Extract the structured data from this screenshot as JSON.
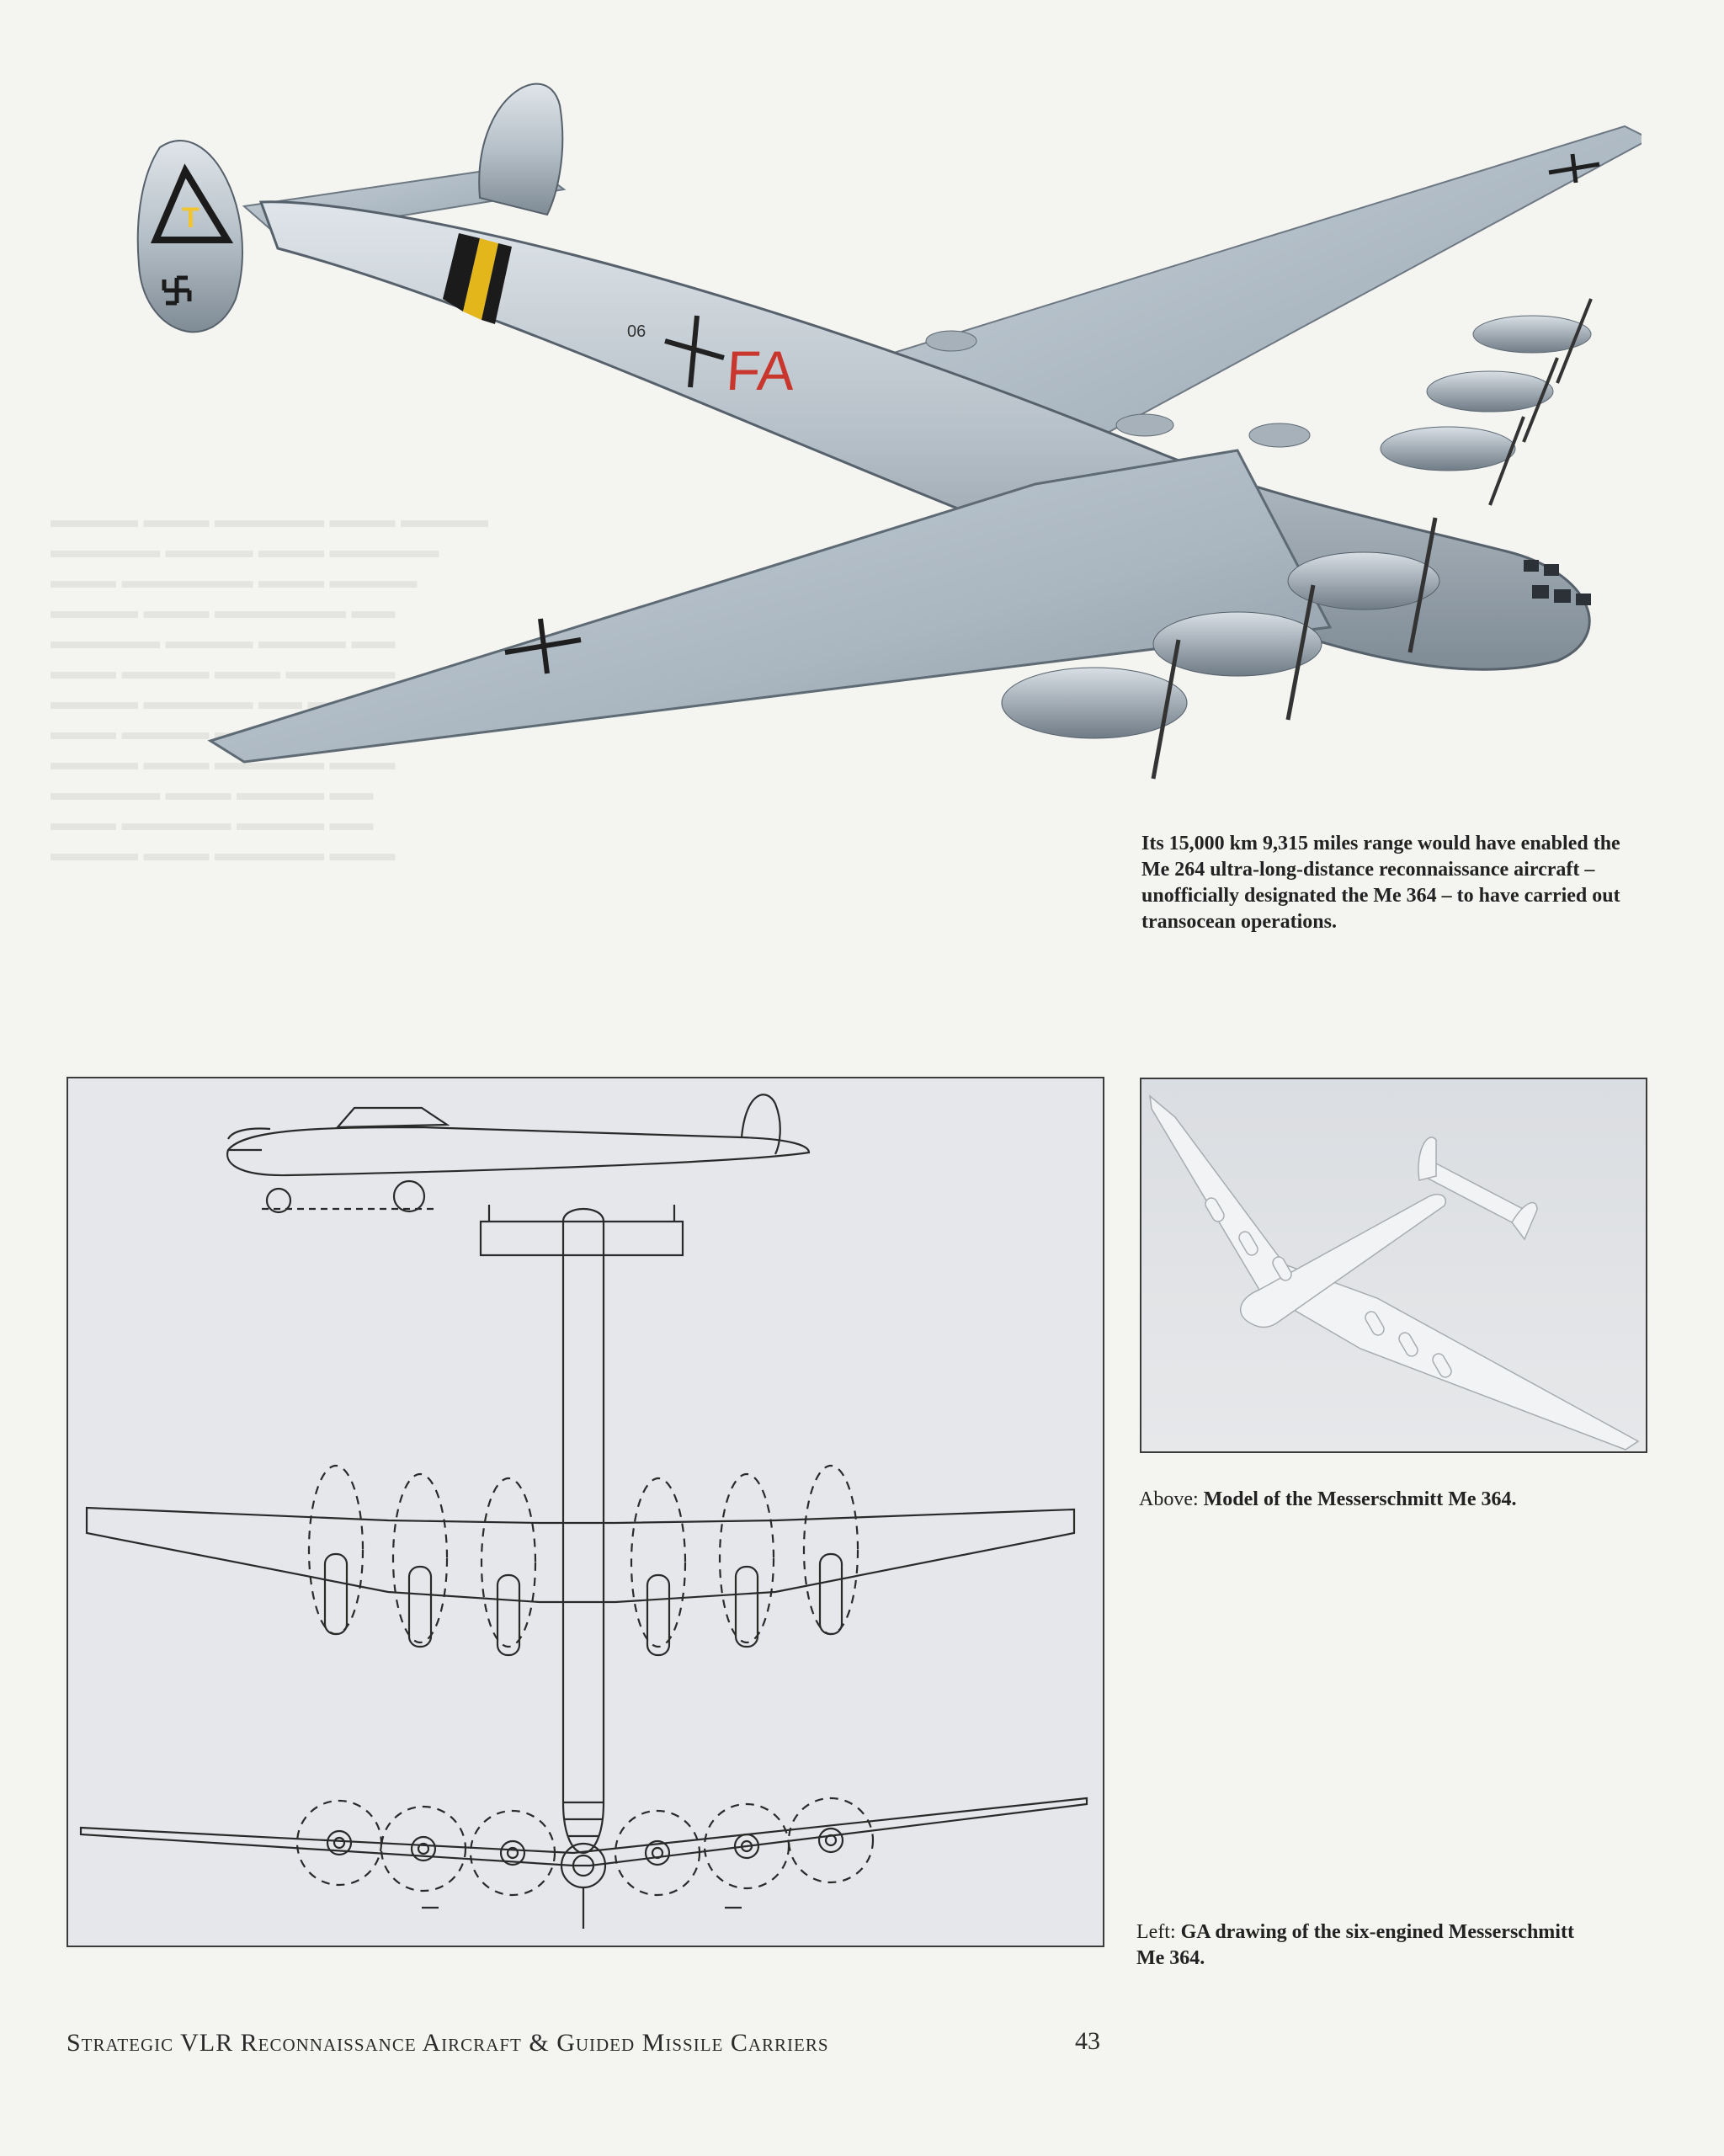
{
  "captions": {
    "range": "Its 15,000 km 9,315 miles range would have enabled the Me 264 ultra-long-distance reconnaissance aircraft – unofficially designated the Me 364 – to have carried out transocean operations.",
    "model_lead": "Above:",
    "model_text": "Model of the Messerschmitt Me 364.",
    "ga_lead": "Left:",
    "ga_text": "GA drawing of the six-engined Messerschmitt Me 364."
  },
  "illustration": {
    "fuselage_code": "FA",
    "small_code": "06",
    "colors": {
      "metal": "#b9c2c9",
      "metal_dark": "#8e99a2",
      "band_black": "#1b1b1b",
      "band_yellow": "#e3b61c",
      "code_red": "#c8362d",
      "emblem_yellow": "#f2c530"
    }
  },
  "footer": {
    "running_title": "Strategic VLR Reconnaissance Aircraft & Guided Missile Carriers",
    "page_number": "43"
  }
}
